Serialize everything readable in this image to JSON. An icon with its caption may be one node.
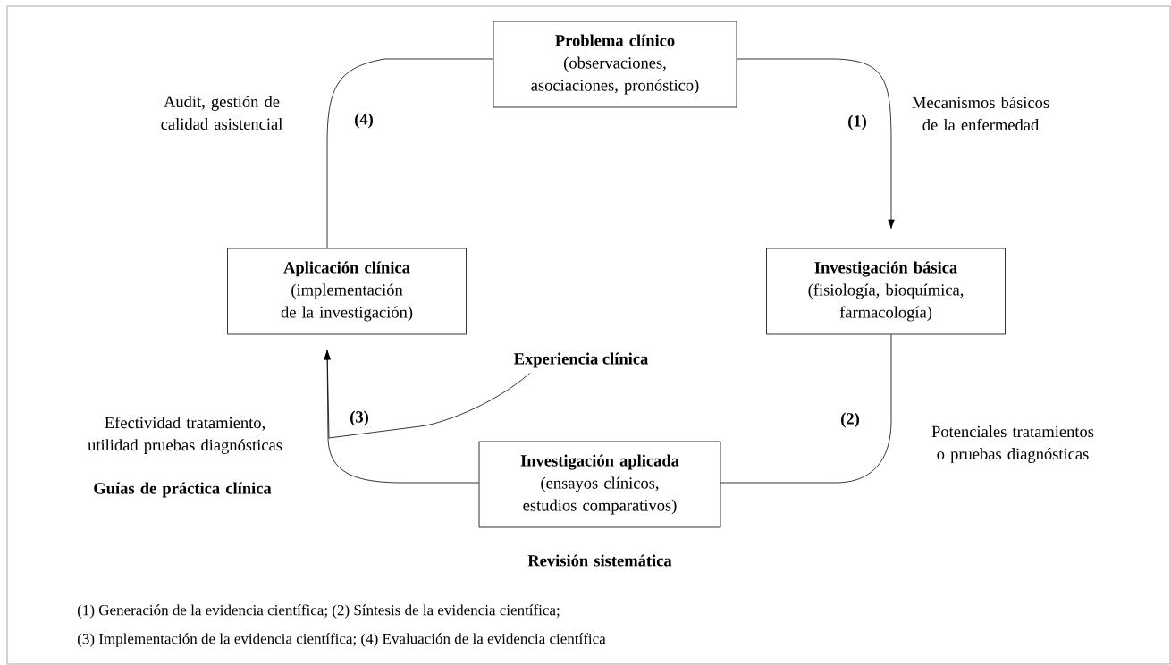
{
  "diagram": {
    "nodes": [
      {
        "text": [
          "Problema clínico",
          "(observaciones, asociaciones, pronóstico)"
        ]
      },
      {
        "text": [
          "Investigación básica",
          "(fisiología, bioquímica, farmacología)"
        ]
      },
      {
        "text": [
          "Investigación aplicada",
          "(ensayos clínicos, estudios comparativos)"
        ]
      },
      {
        "text": [
          "Aplicación clínica",
          "(implementación de la investigación)"
        ]
      },
      {
        "text": [
          "Experiencia clínica"
        ]
      }
    ],
    "edges": [
      {
        "from": 0,
        "to": 1,
        "arrow": "to",
        "label": "(1)"
      },
      {
        "from": 1,
        "to": 2,
        "arrow": "none",
        "label": "(2)"
      },
      {
        "from": 2,
        "to": 3,
        "arrow": "to",
        "label": "(3)"
      },
      {
        "from": 4,
        "to": 3,
        "arrow": "to"
      },
      {
        "from": 3,
        "to": 0,
        "arrow": "none",
        "label": "(4)"
      }
    ],
    "labels": [
      "Audit, gestión de calidad asistencial",
      "Mecanismos básicos de la enfermedad",
      "Efectividad tratamiento, utilidad pruebas diagnósticas",
      "Potenciales tratamientos o pruebas diagnósticas",
      "Guías de práctica clínica",
      "Revisión sistemática",
      "(1) Generación de la evidencia científica; (2) Síntesis de la evidencia científica;",
      "(3) Implementación de la evidencia científica; (4) Evaluación de la evidencia científica"
    ]
  }
}
